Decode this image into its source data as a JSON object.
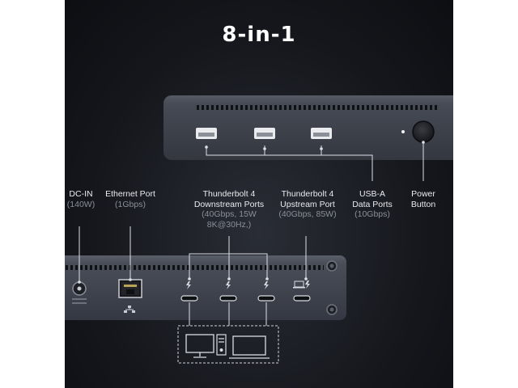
{
  "title": "8-in-1",
  "labels": {
    "dc_in": {
      "name": "DC-IN",
      "spec": "(140W)"
    },
    "ethernet": {
      "name": "Ethernet Port",
      "spec": "(1Gbps)"
    },
    "tb_downstream": {
      "name_line1": "Thunderbolt 4",
      "name_line2": "Downstream Ports",
      "spec_line1": "(40Gbps, 15W",
      "spec_line2": "8K@30Hz,)"
    },
    "tb_upstream": {
      "name_line1": "Thunderbolt 4",
      "name_line2": "Upstream Port",
      "spec": "(40Gbps, 85W)"
    },
    "usb_a": {
      "name_line1": "USB-A",
      "name_line2": "Data Ports",
      "spec": "(10Gbps)"
    },
    "power": {
      "name_line1": "Power",
      "name_line2": "Button"
    }
  },
  "icons": {
    "thunderbolt": "thunderbolt-icon",
    "laptop": "laptop-icon",
    "monitor": "monitor-icon",
    "tower": "desktop-tower-icon",
    "network": "network-icon"
  },
  "colors": {
    "background": "#15171c",
    "device_body": "#3e414b",
    "label_text": "#e9ebef",
    "spec_text": "#8a8f99",
    "line": "#dcdfe4"
  }
}
